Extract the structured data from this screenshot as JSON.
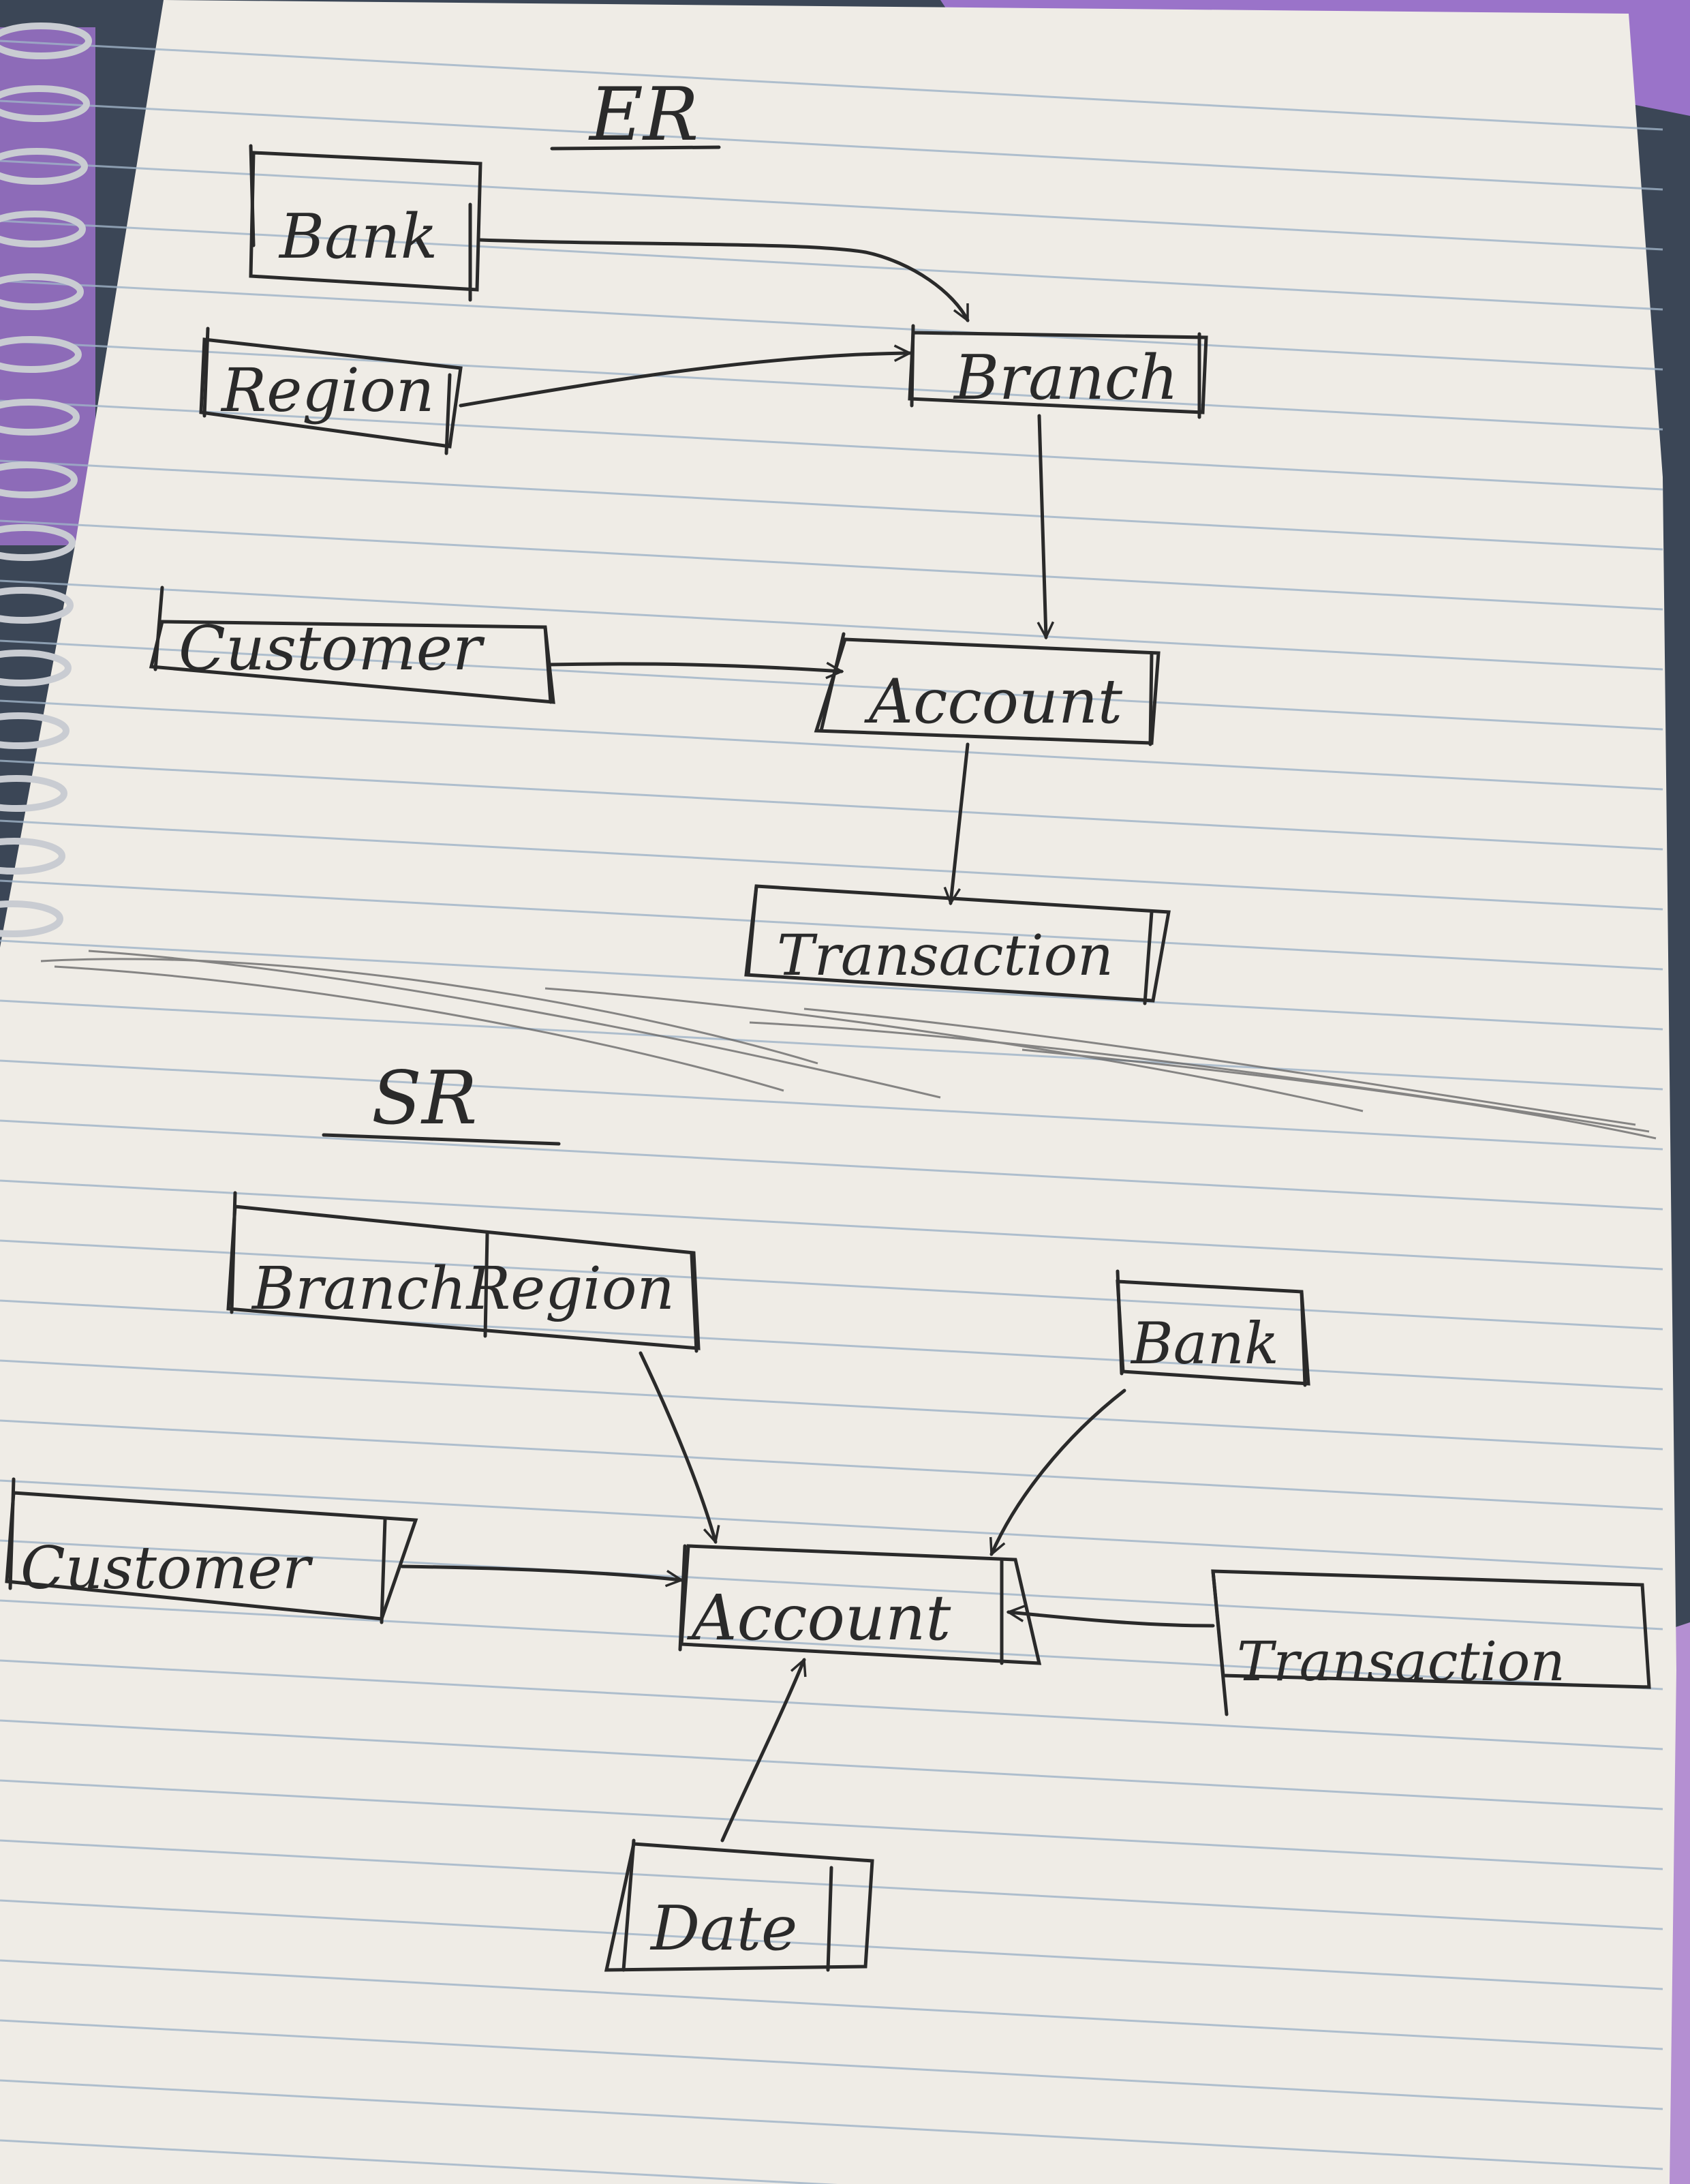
{
  "colors": {
    "background": "#3b4656",
    "paper": "#efece6",
    "rule": "#9fb3c7",
    "ink": "#2a2a2a",
    "purple": "#9a73c9"
  },
  "er": {
    "title": "ER",
    "entities": {
      "bank": "Bank",
      "region": "Region",
      "branch": "Branch",
      "customer": "Customer",
      "account": "Account",
      "transaction": "Transaction"
    }
  },
  "sr": {
    "title": "SR",
    "entities": {
      "branch_region": "BranchRegion",
      "bank": "Bank",
      "customer": "Customer",
      "account": "Account",
      "transaction": "Transaction",
      "date": "Date"
    }
  }
}
